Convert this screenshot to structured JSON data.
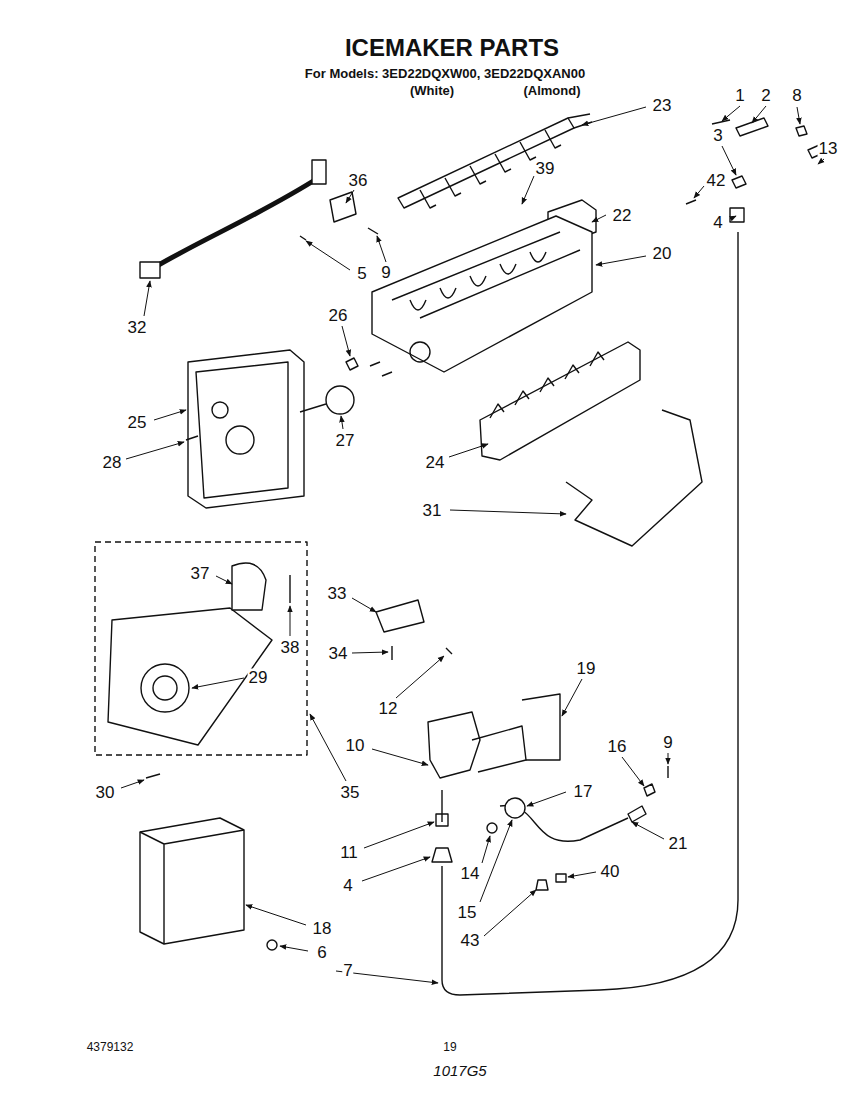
{
  "diagram": {
    "title": "ICEMAKER PARTS",
    "labels": [
      "For Models: 3ED22DQXW00, 3ED22DQXAN00",
      "(White)",
      "(Almond)",
      "23",
      "1",
      "2",
      "8",
      "3",
      "13",
      "36",
      "39",
      "42",
      "22",
      "4",
      "20",
      "9",
      "5",
      "32",
      "26",
      "25",
      "27",
      "28",
      "24",
      "31",
      "37",
      "33",
      "38",
      "34",
      "29",
      "19",
      "12",
      "10",
      "16",
      "9",
      "17",
      "30",
      "35",
      "21",
      "11",
      "40",
      "14",
      "4",
      "15",
      "18",
      "43",
      "6",
      "7",
      "4379132",
      "19",
      "1017G5"
    ]
  }
}
